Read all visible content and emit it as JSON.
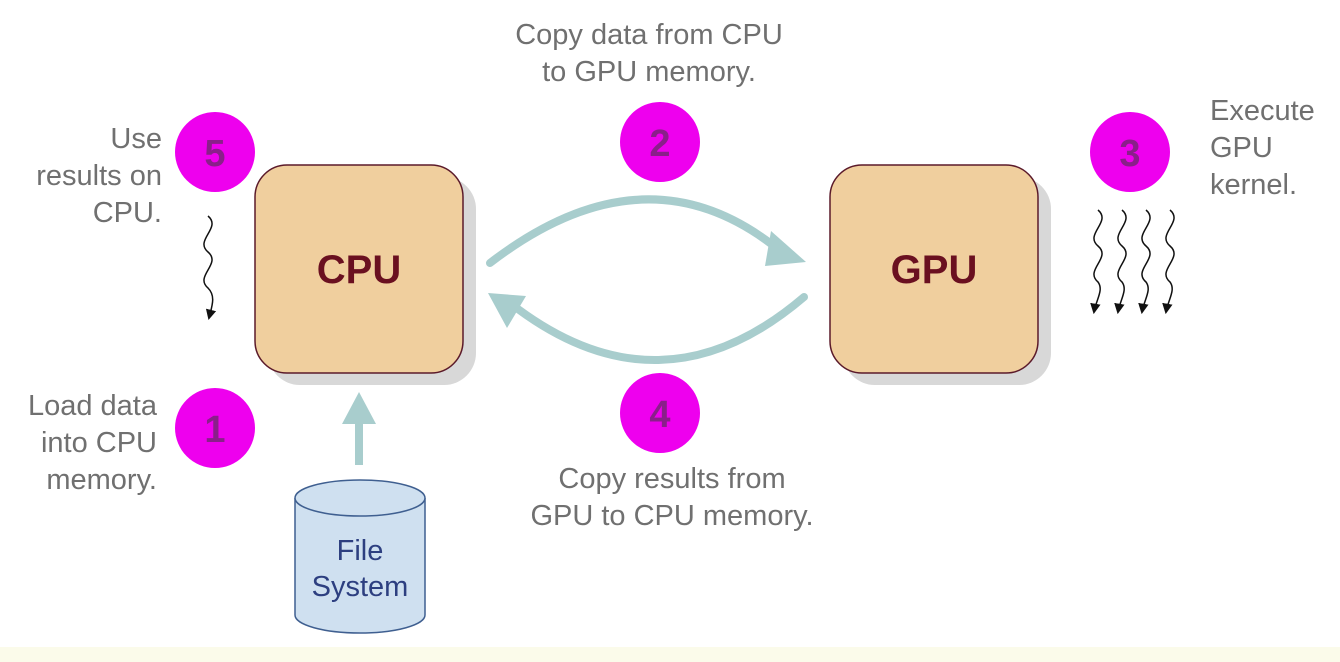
{
  "processors": {
    "cpu": "CPU",
    "gpu": "GPU"
  },
  "storage": {
    "line1": "File",
    "line2": "System"
  },
  "steps": {
    "s1": {
      "number": "1",
      "caption": "Load data\ninto CPU\nmemory."
    },
    "s2": {
      "number": "2",
      "caption": "Copy data from CPU\nto GPU memory."
    },
    "s3": {
      "number": "3",
      "caption": "Execute\nGPU\nkernel."
    },
    "s4": {
      "number": "4",
      "caption": "Copy results from\nGPU to CPU memory."
    },
    "s5": {
      "number": "5",
      "caption": "Use\nresults on\nCPU."
    }
  },
  "colors": {
    "step_badge": "#ee00ee",
    "step_number": "#8a1f8a",
    "processor_fill": "#f0cf9e",
    "processor_border": "#5b1a2a",
    "processor_label": "#6a1020",
    "transfer_arrow": "#a8cdcd",
    "storage_fill": "#cfe0f0",
    "storage_border": "#3f5f90",
    "caption_text": "#707070",
    "footer_strip": "#fbfbea"
  }
}
